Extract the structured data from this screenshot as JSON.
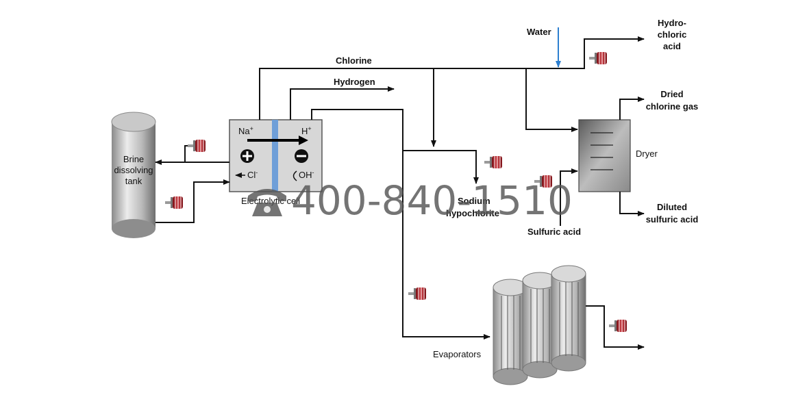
{
  "labels": {
    "brine_tank": [
      "Brine",
      "dissolving",
      "tank"
    ],
    "cell": "Electrolytic cell",
    "chlorine": "Chlorine",
    "hydrogen": "Hydrogen",
    "water": "Water",
    "hydrochloric": [
      "Hydro-",
      "chloric",
      "acid"
    ],
    "dried_chlorine": [
      "Dried",
      "chlorine gas"
    ],
    "dryer": "Dryer",
    "diluted": [
      "Diluted",
      "sulfuric acid"
    ],
    "sulfuric": "Sulfuric acid",
    "sodium": [
      "Sodium",
      "hypochlorite"
    ],
    "evaporators": "Evaporators"
  },
  "ions": {
    "na": "Na",
    "h": "H",
    "cl": "Cl",
    "oh": "OH",
    "plus_sup": "+",
    "minus_sup": "-"
  },
  "watermark": "400-840-1510",
  "colors": {
    "cell_fill": "#d7d7d7",
    "membrane": "#6f9fd8",
    "water_arrow": "#2c7fd0",
    "pump_red": "#b3262e"
  },
  "icons": [
    "phone-icon",
    "pump-icon"
  ]
}
